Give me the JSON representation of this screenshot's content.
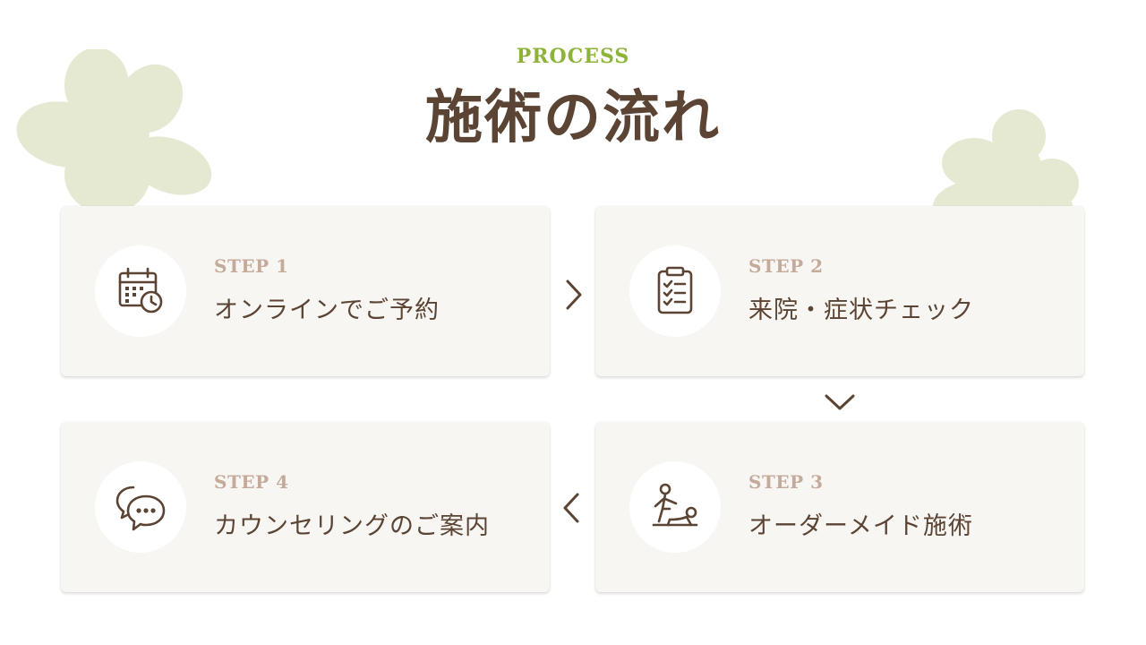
{
  "header": {
    "eyebrow": "PROCESS",
    "title": "施術の流れ"
  },
  "steps": [
    {
      "label": "STEP 1",
      "text": "オンラインでご予約",
      "icon": "calendar-clock-icon"
    },
    {
      "label": "STEP 2",
      "text": "来院・症状チェック",
      "icon": "clipboard-checklist-icon"
    },
    {
      "label": "STEP 3",
      "text": "オーダーメイド施術",
      "icon": "massage-treatment-icon"
    },
    {
      "label": "STEP 4",
      "text": "カウンセリングのご案内",
      "icon": "chat-bubbles-icon"
    }
  ],
  "colors": {
    "accent_green": "#8db33a",
    "title_brown": "#5b4433",
    "step_label": "#c3aa9a",
    "card_bg": "#f8f6f3",
    "leaf_deco": "#e6e9d2"
  }
}
